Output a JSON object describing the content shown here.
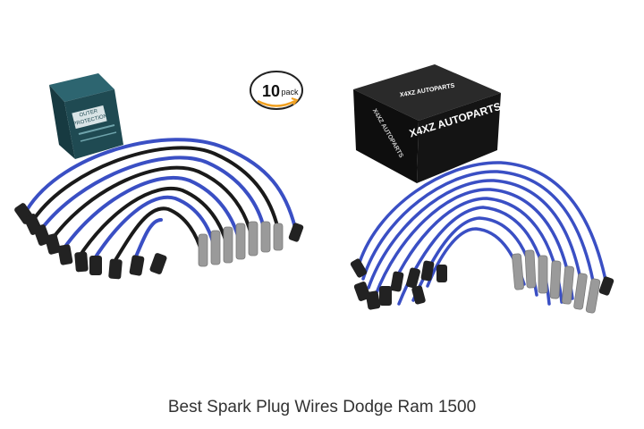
{
  "caption": "Best Spark Plug Wires Dodge Ram 1500",
  "left_product": {
    "box_label_line1": "OUTER",
    "box_label_line2": "PROTECTION",
    "badge": {
      "number": "10",
      "unit": "pack"
    }
  },
  "right_product": {
    "box_brand_front": "X4XZ AUTOPARTS",
    "box_brand_top": "X4XZ AUTOPARTS",
    "box_brand_side": "X4XZ AUTOPARTS"
  },
  "colors": {
    "wire_blue": "#3a4fc4",
    "wire_black": "#1a1a1a",
    "boot_black": "#222222",
    "boot_grey": "#9a9a9a",
    "box_teal": "#1f4a52",
    "box_black": "#141414",
    "badge_arrow": "#f0a020",
    "caption": "#333333"
  }
}
